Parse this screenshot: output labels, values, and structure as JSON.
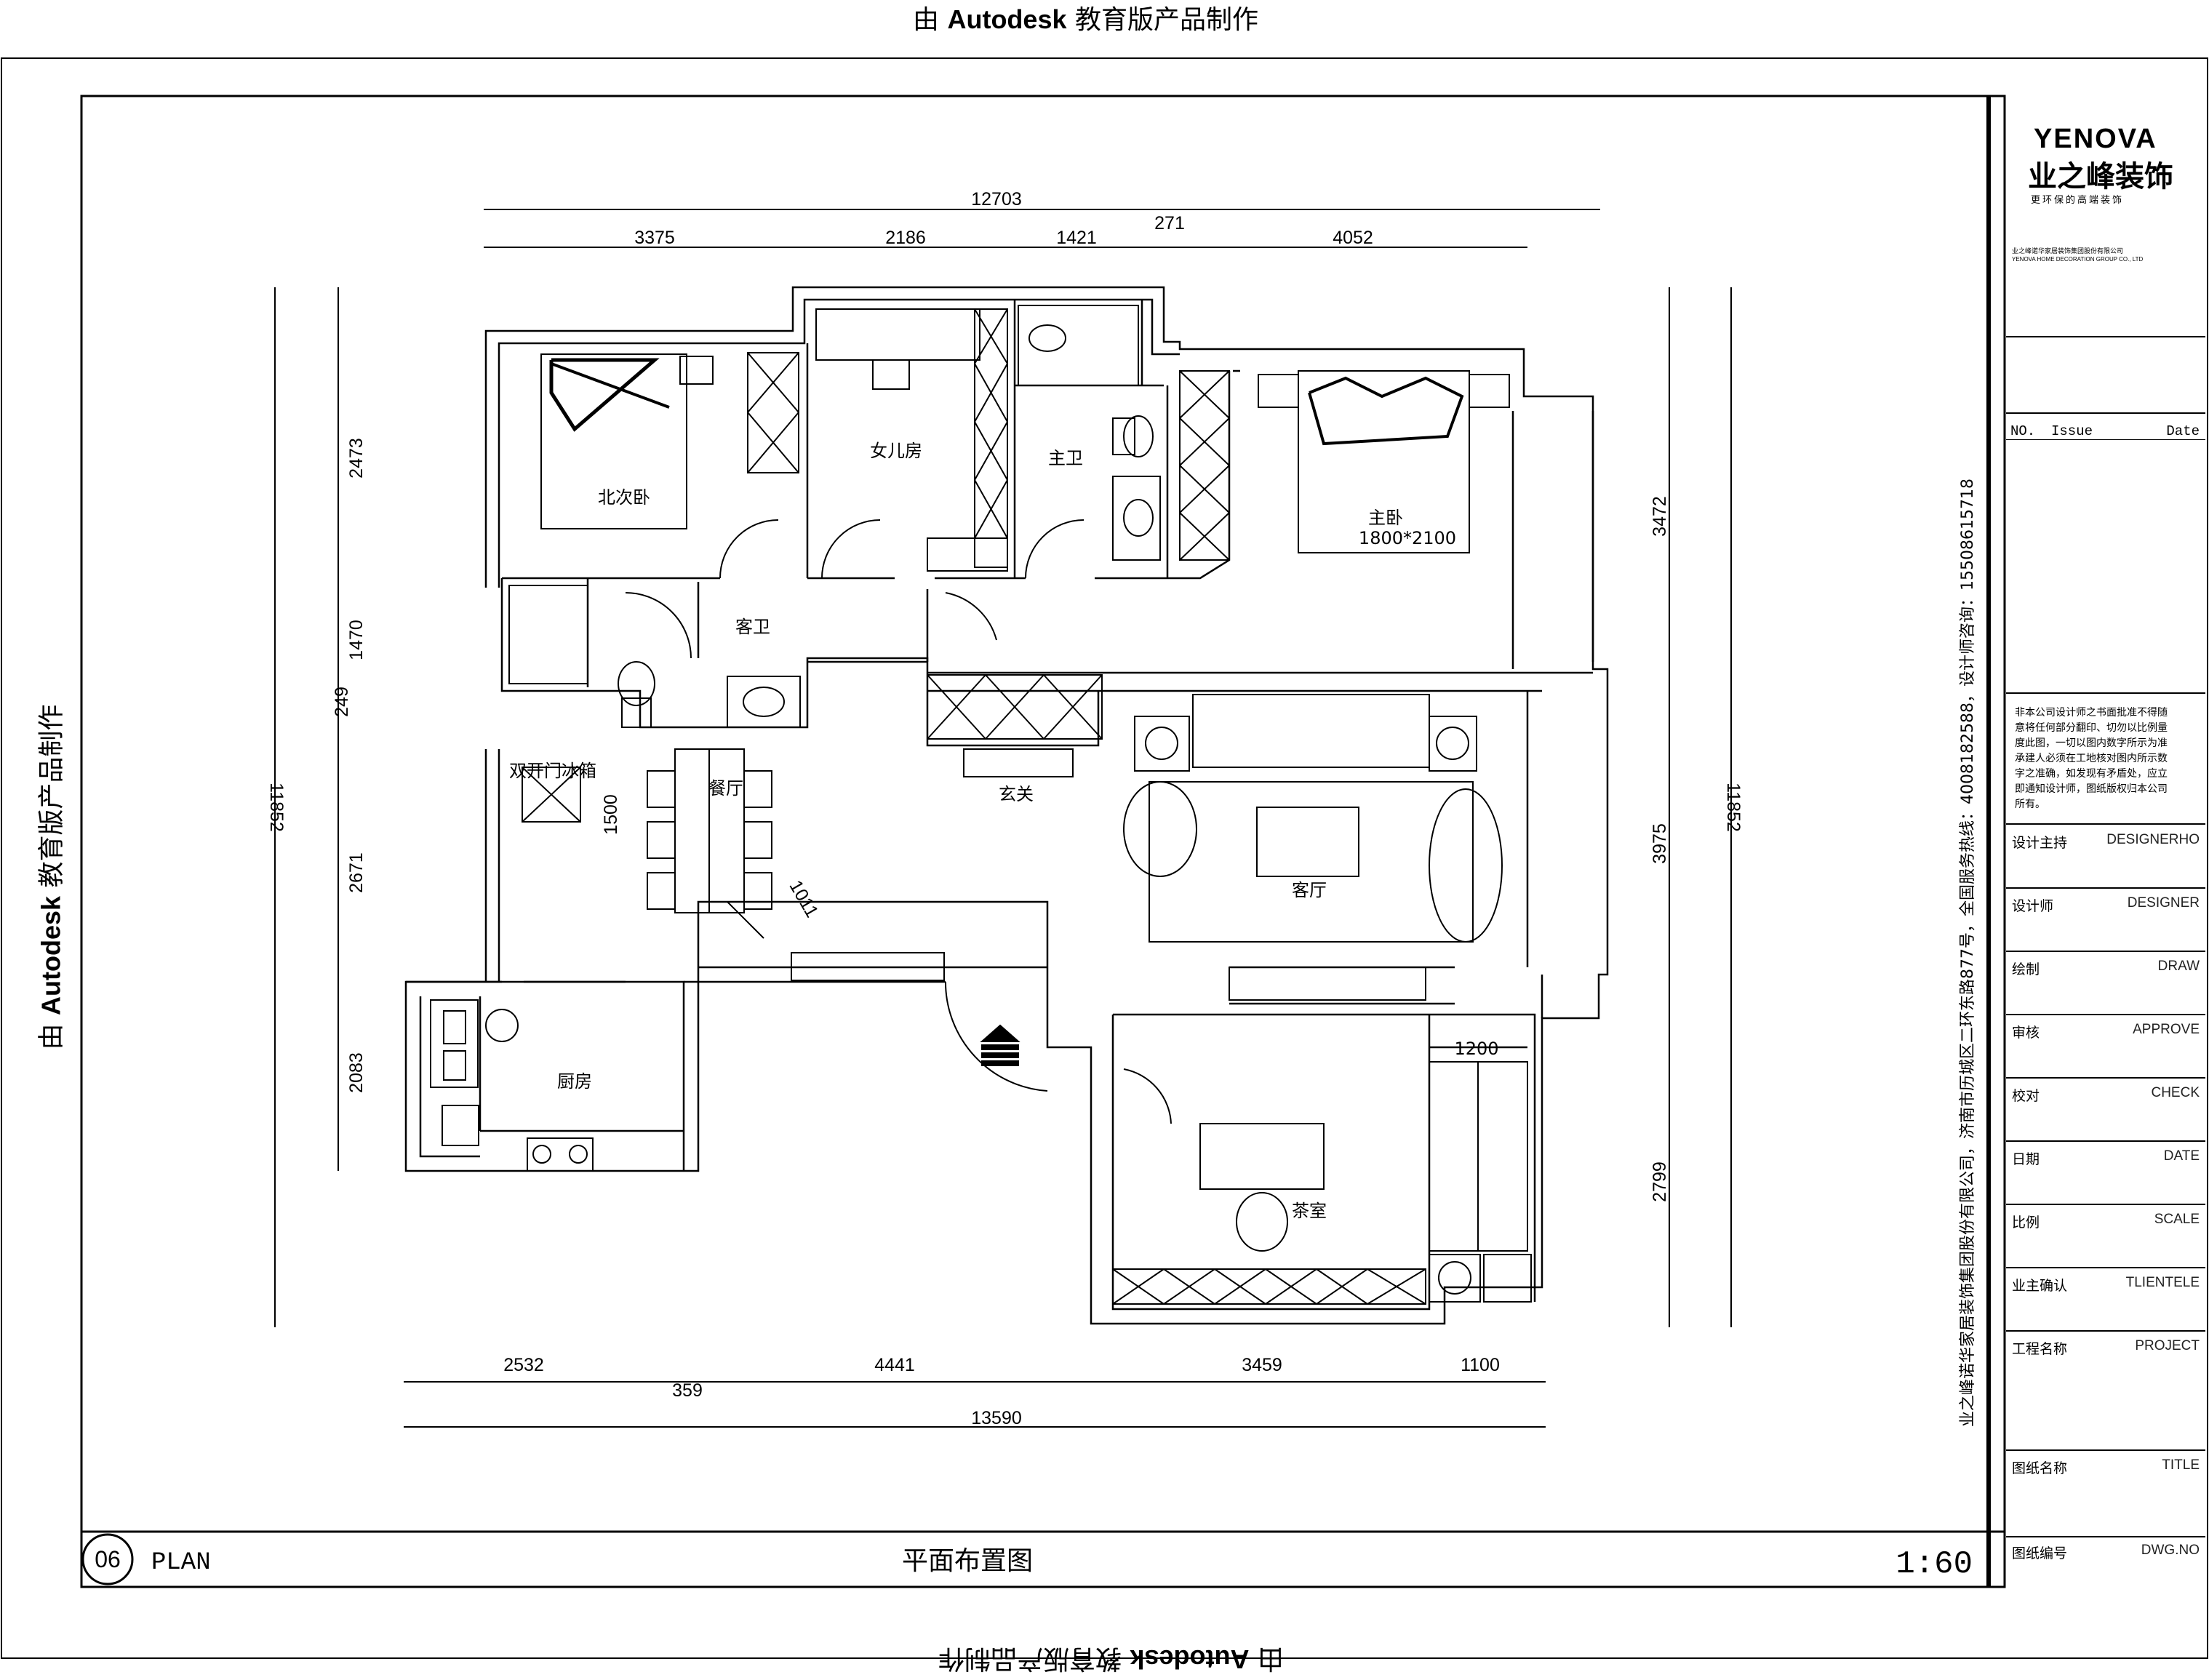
{
  "watermark": {
    "prefix": "由",
    "brand": "Autodesk",
    "suffix": "教育版产品制作"
  },
  "plan": {
    "drawing_number": "06",
    "drawing_code": "PLAN",
    "title": "平面布置图",
    "scale": "1:60"
  },
  "rooms": {
    "north_bedroom": "北次卧",
    "daughter_room": "女儿房",
    "master_bath": "主卫",
    "master_bedroom": "主卧",
    "guest_bath": "客卫",
    "foyer": "玄关",
    "dining": "餐厅",
    "living": "客厅",
    "kitchen": "厨房",
    "tea_room": "茶室",
    "fridge": "双开门冰箱",
    "bed_size": "1800*2100",
    "wardrobe_size": "1200"
  },
  "dimensions": {
    "top_total": "12703",
    "top_segments": [
      "3375",
      "2186",
      "1421",
      "271",
      "4052"
    ],
    "bottom_segments": [
      "2532",
      "359",
      "4441",
      "3459",
      "1100"
    ],
    "bottom_total": "13590",
    "left_segments": [
      "2473",
      "1470",
      "249",
      "2671",
      "2083"
    ],
    "left_total": "11852",
    "right_segments": [
      "3472",
      "3975",
      "2799"
    ],
    "right_total": "11852",
    "dining_1500": "1500",
    "dining_1011": "1011"
  },
  "title_block": {
    "logo_en": "YENOVA",
    "logo_cn": "业之峰装饰",
    "slogan": "更环保的高端装饰",
    "company_small": "业之峰诺华家居装饰集团股份有限公司",
    "company_small_en": "YENOVA HOME DECORATION GROUP CO., LTD",
    "vertical_company": "业之峰诺华家居装饰集团股份有限公司，济南市历城区二环东路877号，全国服务热线：4008182588，设计师咨询：15508615718",
    "issue_header": [
      "NO.",
      "Issue",
      "Date"
    ],
    "notice": "非本公司设计师之书面批准不得随意将任何部分翻印、切勿以比例量度此图，一切以图内数字所示为准承建人必须在工地核对图内所示数字之准确，如发现有矛盾处，应立即通知设计师，图纸版权归本公司所有。",
    "rows": [
      {
        "cn": "设计主持",
        "en": "DESIGNERHO"
      },
      {
        "cn": "设计师",
        "en": "DESIGNER"
      },
      {
        "cn": "绘制",
        "en": "DRAW"
      },
      {
        "cn": "审核",
        "en": "APPROVE"
      },
      {
        "cn": "校对",
        "en": "CHECK"
      },
      {
        "cn": "日期",
        "en": "DATE"
      },
      {
        "cn": "比例",
        "en": "SCALE"
      },
      {
        "cn": "业主确认",
        "en": "TLIENTELE"
      },
      {
        "cn": "工程名称",
        "en": "PROJECT"
      },
      {
        "cn": "图纸名称",
        "en": "TITLE"
      },
      {
        "cn": "图纸编号",
        "en": "DWG.NO"
      }
    ]
  }
}
